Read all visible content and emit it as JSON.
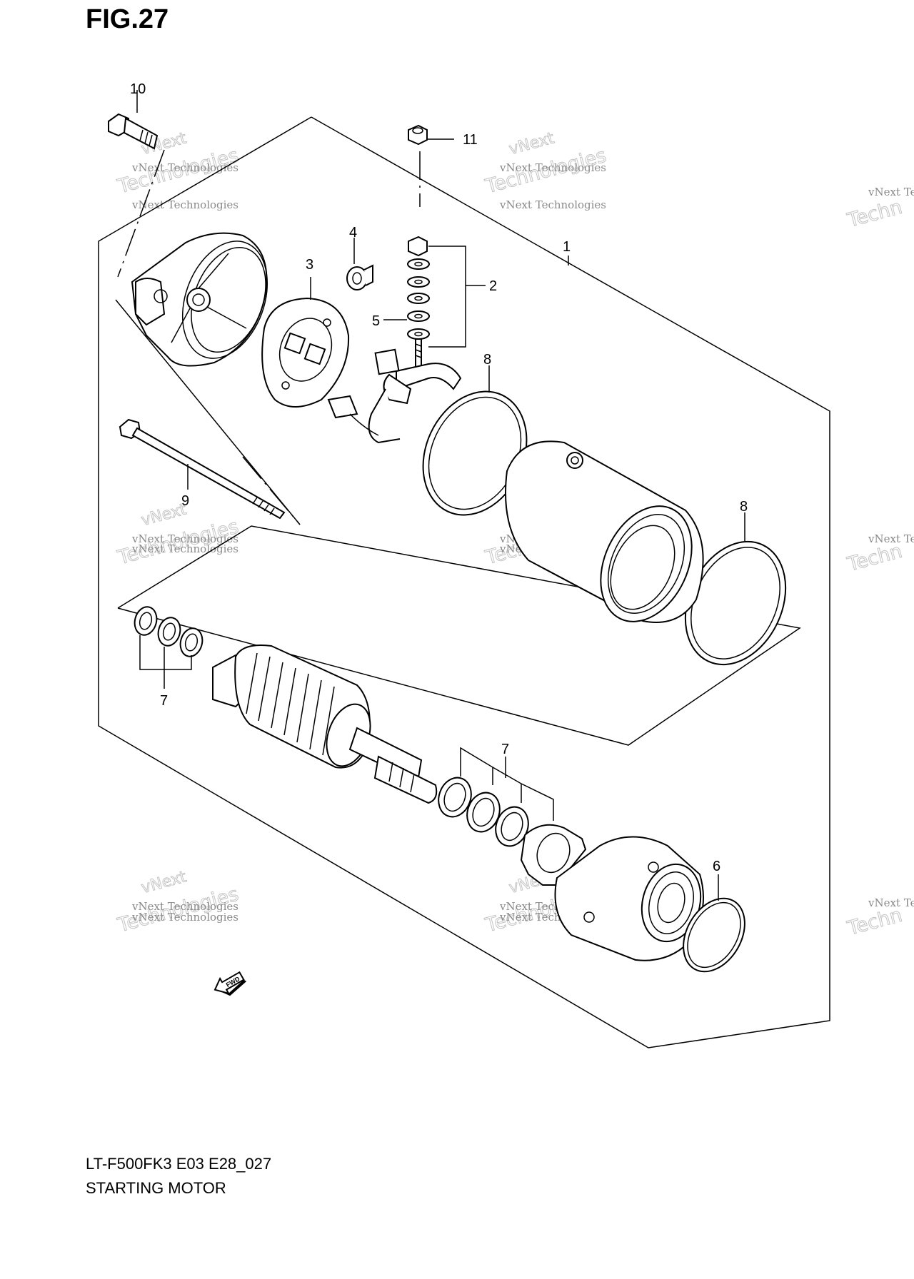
{
  "figure": {
    "title": "FIG.27"
  },
  "footer": {
    "model_code": "LT-F500FK3 E03 E28_027",
    "part_name": "STARTING MOTOR"
  },
  "callouts": {
    "c1": "1",
    "c2": "2",
    "c3": "3",
    "c4": "4",
    "c5": "5",
    "c6": "6",
    "c7a": "7",
    "c7b": "7",
    "c8a": "8",
    "c8b": "8",
    "c9": "9",
    "c10": "10",
    "c11": "11"
  },
  "fwd_label": "FWD",
  "watermark": {
    "brand": "vNext",
    "company": "vNext Technologies",
    "word": "Technologies",
    "partial_company": "vNext Tec",
    "partial_word": "Techn"
  }
}
